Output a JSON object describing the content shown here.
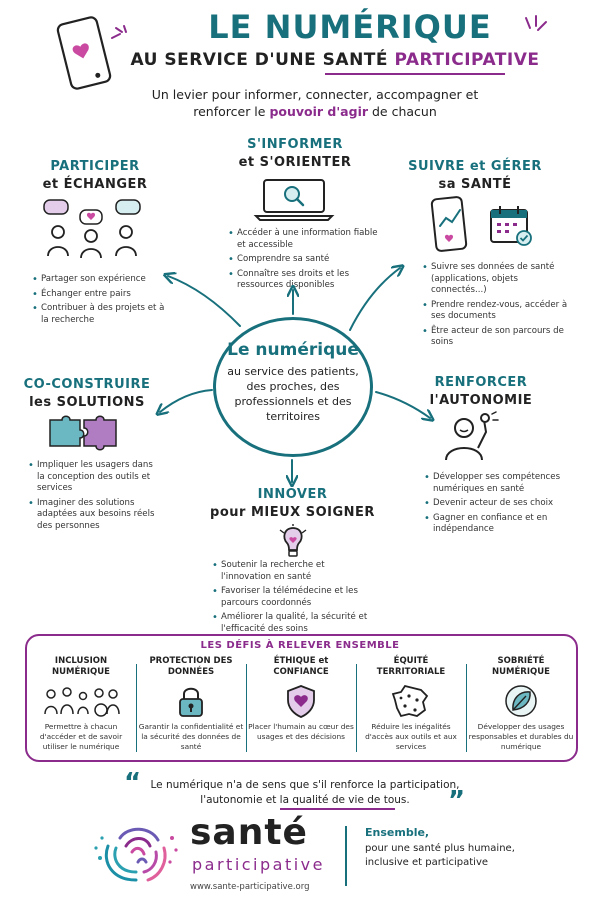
{
  "header": {
    "title": "LE NUMÉRIQUE",
    "subtitle_a": "AU SERVICE D'UNE SANTÉ ",
    "subtitle_b": "PARTICIPATIVE",
    "intro_a": "Un levier pour informer, connecter, accompagner et renforcer le ",
    "intro_hl": "pouvoir d'agir",
    "intro_b": " de chacun"
  },
  "center": {
    "title": "Le numérique",
    "text": "au service des patients, des proches, des professionnels et des territoires"
  },
  "sections": {
    "informer": {
      "title_1": "S'INFORMER",
      "title_2": "et S'ORIENTER",
      "items": [
        "Accéder à une information fiable et accessible",
        "Comprendre sa santé",
        "Connaître ses droits et les ressources disponibles"
      ]
    },
    "participer": {
      "title_1": "PARTICIPER",
      "title_2": "et ÉCHANGER",
      "items": [
        "Partager son expérience",
        "Échanger entre pairs",
        "Contribuer à des projets et à la recherche"
      ]
    },
    "suivre": {
      "title_1": "SUIVRE et GÉRER",
      "title_2": "sa SANTÉ",
      "items": [
        "Suivre ses données de santé (applications, objets connectés...)",
        "Prendre rendez-vous, accéder à ses documents",
        "Être acteur de son parcours de soins"
      ]
    },
    "coconstruire": {
      "title_1": "CO-CONSTRUIRE",
      "title_2": "les SOLUTIONS",
      "items": [
        "Impliquer les usagers dans la conception des outils et services",
        "Imaginer des solutions adaptées aux besoins réels des personnes"
      ]
    },
    "autonomie": {
      "title_1": "RENFORCER",
      "title_2": "l'AUTONOMIE",
      "items": [
        "Développer ses compétences numériques en santé",
        "Devenir acteur de ses choix",
        "Gagner en confiance et en indépendance"
      ]
    },
    "innover": {
      "title_1": "INNOVER",
      "title_2": "pour MIEUX SOIGNER",
      "items": [
        "Soutenir la recherche et l'innovation en santé",
        "Favoriser la télémédecine et les parcours coordonnés",
        "Améliorer la qualité, la sécurité et l'efficacité des soins"
      ]
    }
  },
  "defis": {
    "title": "LES DÉFIS À RELEVER ENSEMBLE",
    "items": [
      {
        "title": "INCLUSION NUMÉRIQUE",
        "text": "Permettre à chacun d'accéder et de savoir utiliser le numérique",
        "icon": "people-group-icon"
      },
      {
        "title": "PROTECTION DES DONNÉES",
        "text": "Garantir la confidentialité et la sécurité des données de santé",
        "icon": "padlock-icon"
      },
      {
        "title": "ÉTHIQUE et CONFIANCE",
        "text": "Placer l'humain au cœur des usages et des décisions",
        "icon": "heart-shield-icon"
      },
      {
        "title": "ÉQUITÉ TERRITORIALE",
        "text": "Réduire les inégalités d'accès aux outils et aux services",
        "icon": "france-map-icon"
      },
      {
        "title": "SOBRIÉTÉ NUMÉRIQUE",
        "text": "Développer des usages responsables et durables du numérique",
        "icon": "leaf-icon"
      }
    ]
  },
  "quote": {
    "text_a": "Le numérique n'a de sens que s'il renforce la participation,",
    "text_b": "l'autonomie et la qualité de vie de tous."
  },
  "footer": {
    "logo_1": "santé",
    "logo_2": "participative",
    "url": "www.sante-participative.org",
    "tagline_1": "Ensemble,",
    "tagline_2": "pour une santé plus humaine, inclusive et participative"
  },
  "colors": {
    "teal": "#17707c",
    "purple": "#8b2c8c",
    "pink": "#c94aa0"
  }
}
